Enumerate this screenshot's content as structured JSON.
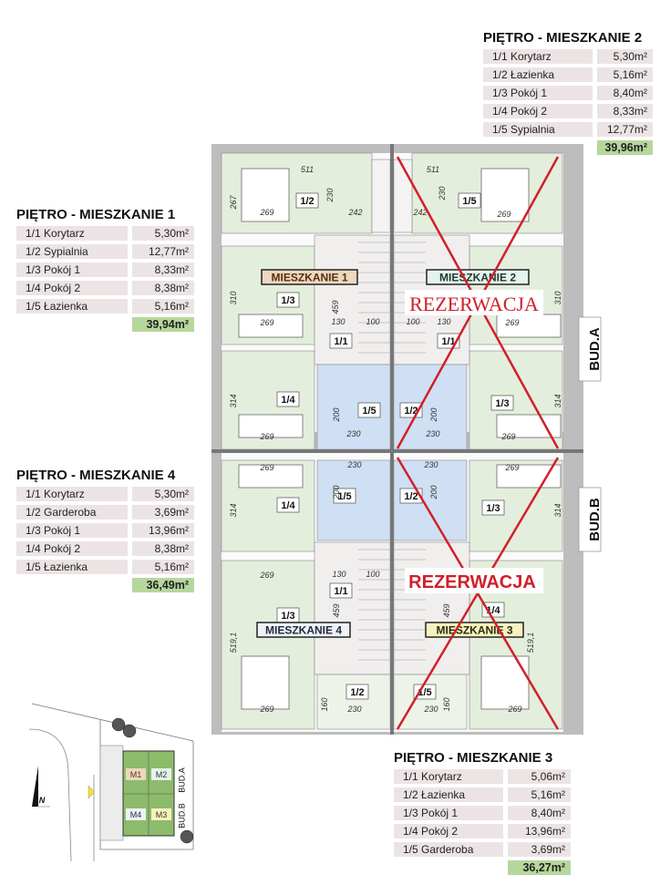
{
  "tables": [
    {
      "id": "m2",
      "title": "PIĘTRO - MIESZKANIE 2",
      "rows": [
        {
          "room": "1/1 Korytarz",
          "area": "5,30m²"
        },
        {
          "room": "1/2 Łazienka",
          "area": "5,16m²"
        },
        {
          "room": "1/3 Pokój 1",
          "area": "8,40m²"
        },
        {
          "room": "1/4 Pokój 2",
          "area": "8,33m²"
        },
        {
          "room": "1/5 Sypialnia",
          "area": "12,77m²"
        }
      ],
      "total": "39,96m²"
    },
    {
      "id": "m1",
      "title": "PIĘTRO - MIESZKANIE 1",
      "rows": [
        {
          "room": "1/1 Korytarz",
          "area": "5,30m²"
        },
        {
          "room": "1/2 Sypialnia",
          "area": "12,77m²"
        },
        {
          "room": "1/3 Pokój 1",
          "area": "8,33m²"
        },
        {
          "room": "1/4 Pokój 2",
          "area": "8,38m²"
        },
        {
          "room": "1/5 Łazienka",
          "area": "5,16m²"
        }
      ],
      "total": "39,94m²"
    },
    {
      "id": "m4",
      "title": "PIĘTRO - MIESZKANIE 4",
      "rows": [
        {
          "room": "1/1 Korytarz",
          "area": "5,30m²"
        },
        {
          "room": "1/2 Garderoba",
          "area": "3,69m²"
        },
        {
          "room": "1/3 Pokój 1",
          "area": "13,96m²"
        },
        {
          "room": "1/4 Pokój 2",
          "area": "8,38m²"
        },
        {
          "room": "1/5 Łazienka",
          "area": "5,16m²"
        }
      ],
      "total": "36,49m²"
    },
    {
      "id": "m3",
      "title": "PIĘTRO - MIESZKANIE 3",
      "rows": [
        {
          "room": "1/1 Korytarz",
          "area": "5,06m²"
        },
        {
          "room": "1/2 Łazienka",
          "area": "5,16m²"
        },
        {
          "room": "1/3 Pokój 1",
          "area": "8,40m²"
        },
        {
          "room": "1/4 Pokój 2",
          "area": "13,96m²"
        },
        {
          "room": "1/5 Garderoba",
          "area": "3,69m²"
        }
      ],
      "total": "36,27m²"
    }
  ],
  "plan": {
    "apartments": [
      "MIESZKANIE 1",
      "MIESZKANIE 2",
      "MIESZKANIE 3",
      "MIESZKANIE 4"
    ],
    "rooms": [
      "1/1",
      "1/2",
      "1/3",
      "1/4",
      "1/5"
    ],
    "reservation": "REZERWACJA",
    "buildings": [
      "BUD.A",
      "BUD.B"
    ],
    "dimensions": [
      "511",
      "267",
      "269",
      "230",
      "242",
      "310",
      "459",
      "130",
      "100",
      "314",
      "200",
      "160",
      "519,1"
    ]
  },
  "site": {
    "units": [
      "M1",
      "M2",
      "M3",
      "M4"
    ],
    "buildings": [
      "BUD.A",
      "BUD.B"
    ],
    "north": "N"
  },
  "colors": {
    "room_green": "#e4eedc",
    "bathroom_blue": "#cfe0f4",
    "corridor": "#f1eeee",
    "wall": "#bdbdbd",
    "reservation_red": "#d0202a",
    "total_green": "#b6d79c",
    "cell": "#ece4e4",
    "m1_label": "#ead8bf",
    "m2_label": "#e6f2ec",
    "m3_label": "#f6f2bf",
    "m4_label": "#eef2f7"
  }
}
